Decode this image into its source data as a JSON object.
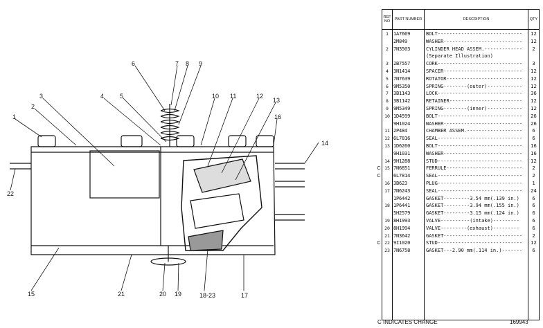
{
  "callouts": [
    "1",
    "2",
    "3",
    "4",
    "5",
    "6",
    "7",
    "8",
    "9",
    "10",
    "11",
    "12",
    "13",
    "14",
    "15",
    "16",
    "17",
    "18-23",
    "19",
    "20",
    "21",
    "22"
  ],
  "table": {
    "headers": {
      "ref": "REF NO",
      "part": "PART NUMBER",
      "desc": "DESCRIPTION",
      "qty": "QTY"
    },
    "rows": [
      {
        "chg": "",
        "ref": "1",
        "part": "1A7669",
        "desc": "BOLT-----------------------------",
        "qty": "12"
      },
      {
        "chg": "",
        "ref": "",
        "part": "2M849",
        "desc": "WASHER---------------------------",
        "qty": "12"
      },
      {
        "chg": "",
        "ref": "2",
        "part": "7N3503",
        "desc": "CYLINDER HEAD ASSEM.-------------",
        "qty": "2"
      },
      {
        "chg": "",
        "ref": "",
        "part": "",
        "desc": "(Separate Illustration)",
        "qty": ""
      },
      {
        "chg": "",
        "ref": "3",
        "part": "2B7557",
        "desc": "CORK-----------------------------",
        "qty": "3"
      },
      {
        "chg": "",
        "ref": "4",
        "part": "3N1414",
        "desc": "SPACER---------------------------",
        "qty": "12"
      },
      {
        "chg": "",
        "ref": "5",
        "part": "7N7639",
        "desc": "ROTATOR--------------------------",
        "qty": "12"
      },
      {
        "chg": "",
        "ref": "6",
        "part": "9M5350",
        "desc": "SPRING--------(outer)------------",
        "qty": "12"
      },
      {
        "chg": "",
        "ref": "7",
        "part": "3B1143",
        "desc": "LOCK-----------------------------",
        "qty": "36"
      },
      {
        "chg": "",
        "ref": "8",
        "part": "3B1142",
        "desc": "RETAINER-------------------------",
        "qty": "12"
      },
      {
        "chg": "",
        "ref": "9",
        "part": "9M5349",
        "desc": "SPRING--------(inner)------------",
        "qty": "12"
      },
      {
        "chg": "",
        "ref": "10",
        "part": "1D4599",
        "desc": "BOLT-----------------------------",
        "qty": "26"
      },
      {
        "chg": "",
        "ref": "",
        "part": "9H1024",
        "desc": "WASHER---------------------------",
        "qty": "26"
      },
      {
        "chg": "",
        "ref": "11",
        "part": "2P484",
        "desc": "CHAMBER ASSEM.-------------------",
        "qty": "6"
      },
      {
        "chg": "",
        "ref": "12",
        "part": "6L7816",
        "desc": "SEAL-----------------------------",
        "qty": "6"
      },
      {
        "chg": "",
        "ref": "13",
        "part": "1D6260",
        "desc": "BOLT-----------------------------",
        "qty": "16"
      },
      {
        "chg": "",
        "ref": "",
        "part": "9H1031",
        "desc": "WASHER---------------------------",
        "qty": "16"
      },
      {
        "chg": "",
        "ref": "14",
        "part": "9H1288",
        "desc": "STUD-----------------------------",
        "qty": "12"
      },
      {
        "chg": "C",
        "ref": "15",
        "part": "7N6851",
        "desc": "FERRULE--------------------------",
        "qty": "2"
      },
      {
        "chg": "C",
        "ref": "",
        "part": "6L7814",
        "desc": "SEAL-----------------------------",
        "qty": "2"
      },
      {
        "chg": "",
        "ref": "16",
        "part": "3B623",
        "desc": "PLUG-----------------------------",
        "qty": "1"
      },
      {
        "chg": "",
        "ref": "17",
        "part": "7N6243",
        "desc": "SEAL-----------------------------",
        "qty": "24"
      },
      {
        "chg": "",
        "ref": "",
        "part": "1P6442",
        "desc": "GASKET---------3.54 mm(.139 in.)",
        "qty": "6"
      },
      {
        "chg": "",
        "ref": "18",
        "part": "1P6441",
        "desc": "GASKET---------3.94 mm(.155 in.)",
        "qty": "6"
      },
      {
        "chg": "",
        "ref": "",
        "part": "5H2579",
        "desc": "GASKET---------3.15 mm(.124 in.)",
        "qty": "6"
      },
      {
        "chg": "",
        "ref": "19",
        "part": "8H1993",
        "desc": "VALVE----------(intake)---------",
        "qty": "6"
      },
      {
        "chg": "",
        "ref": "20",
        "part": "8H1994",
        "desc": "VALVE---------(exhaust)---------",
        "qty": "6"
      },
      {
        "chg": "",
        "ref": "21",
        "part": "7N3642",
        "desc": "GASKET---------------------------",
        "qty": "2"
      },
      {
        "chg": "C",
        "ref": "22",
        "part": "9I1020",
        "desc": "STUD-----------------------------",
        "qty": "12"
      },
      {
        "chg": "",
        "ref": "23",
        "part": "7N6758",
        "desc": "GASKET---2.90 mm(.114 in.)-------",
        "qty": "6"
      }
    ]
  },
  "footer": {
    "note": "C INDICATES CHANGE",
    "code": "169943"
  }
}
